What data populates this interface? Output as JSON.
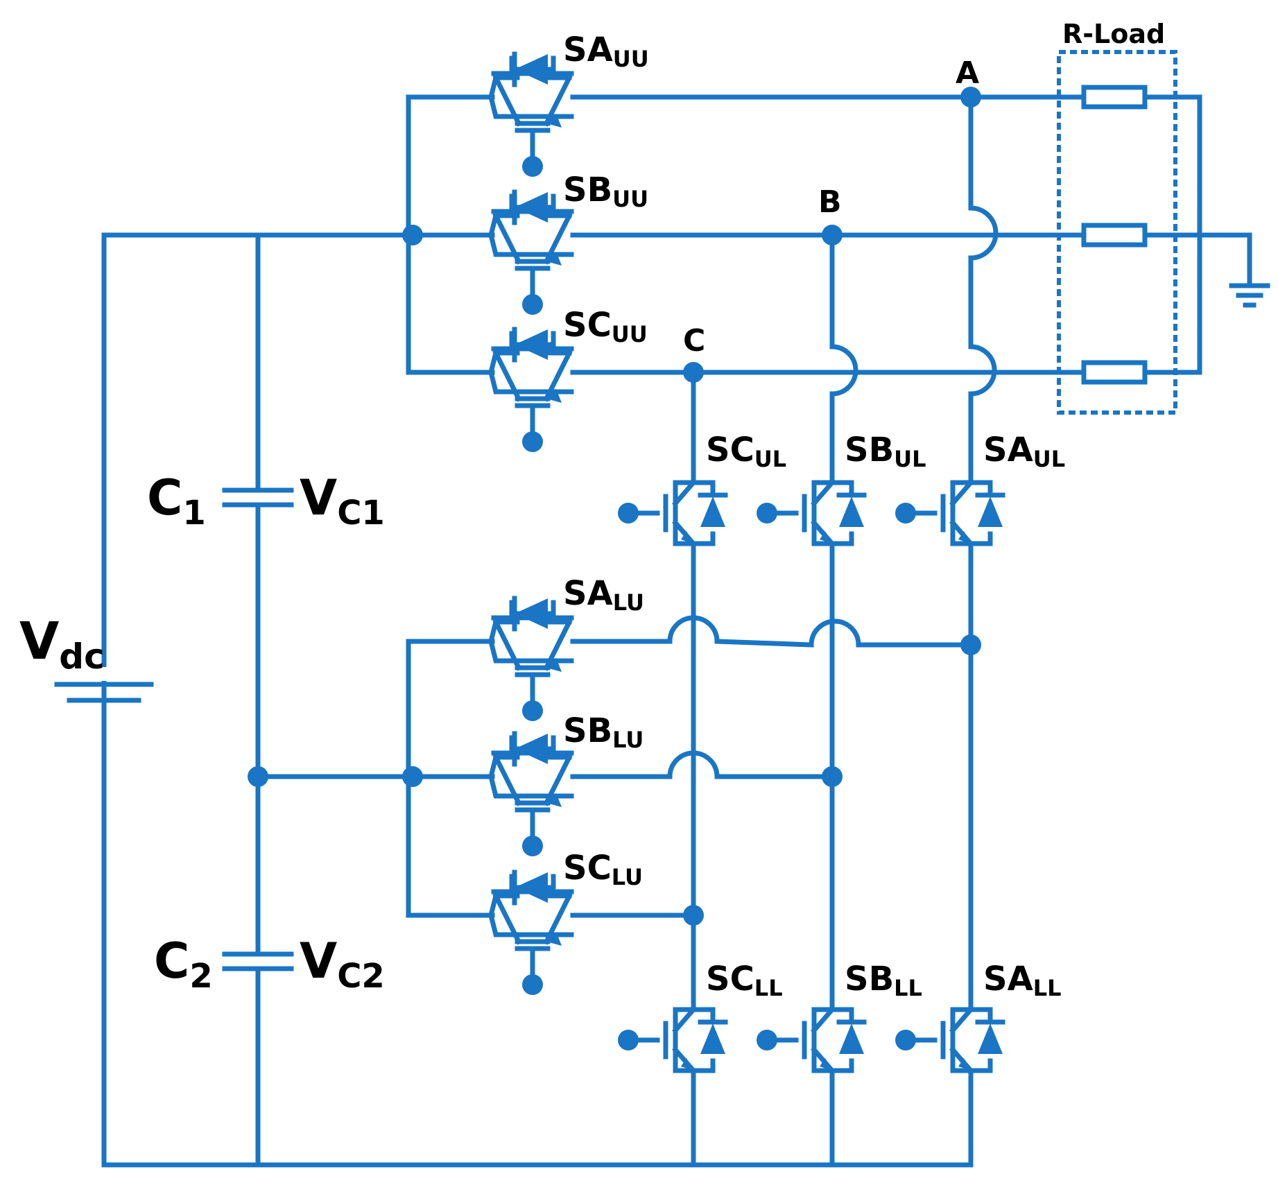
{
  "colors": {
    "wire": "#1a75c4",
    "text": "#000000",
    "background": "#ffffff"
  },
  "components": {
    "vdc": {
      "label": "V",
      "sub": "dc"
    },
    "c1": {
      "label": "C",
      "sub": "1"
    },
    "c2": {
      "label": "C",
      "sub": "2"
    },
    "vc1": {
      "label": "V",
      "sub": "C1"
    },
    "vc2": {
      "label": "V",
      "sub": "C2"
    },
    "load": {
      "label": "R-Load"
    }
  },
  "nodes": {
    "a": "A",
    "b": "B",
    "c": "C"
  },
  "switches": {
    "sa_uu": {
      "main": "SA",
      "sub": "UU"
    },
    "sb_uu": {
      "main": "SB",
      "sub": "UU"
    },
    "sc_uu": {
      "main": "SC",
      "sub": "UU"
    },
    "sa_lu": {
      "main": "SA",
      "sub": "LU"
    },
    "sb_lu": {
      "main": "SB",
      "sub": "LU"
    },
    "sc_lu": {
      "main": "SC",
      "sub": "LU"
    },
    "sc_ul": {
      "main": "SC",
      "sub": "UL"
    },
    "sb_ul": {
      "main": "SB",
      "sub": "UL"
    },
    "sa_ul": {
      "main": "SA",
      "sub": "UL"
    },
    "sc_ll": {
      "main": "SC",
      "sub": "LL"
    },
    "sb_ll": {
      "main": "SB",
      "sub": "LL"
    },
    "sa_ll": {
      "main": "SA",
      "sub": "LL"
    }
  }
}
